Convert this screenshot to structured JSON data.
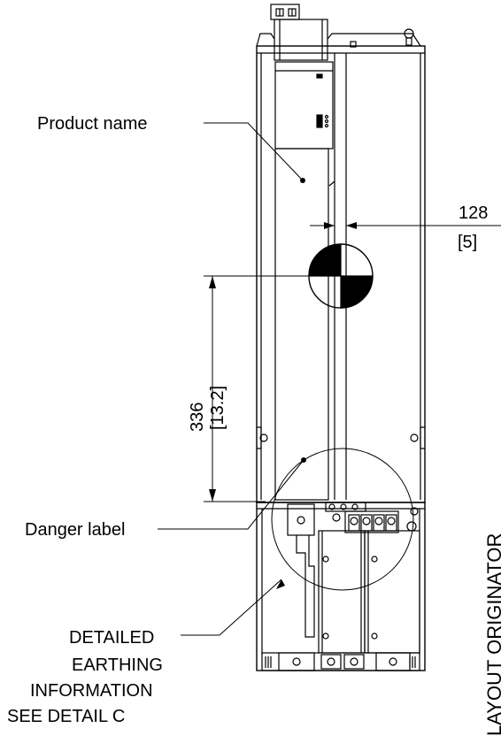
{
  "labels": {
    "product_name": "Product name",
    "danger_label": "Danger label",
    "earthing_line1": "DETAILED",
    "earthing_line2": "EARTHING",
    "earthing_line3": "INFORMATION",
    "earthing_line4": "SEE DETAIL C"
  },
  "dimensions": {
    "width_mm": "128",
    "width_in": "[5]",
    "height_mm": "336",
    "height_in": "[13.2]"
  },
  "edge_text": "LAYOUT ORIGINATOR"
}
